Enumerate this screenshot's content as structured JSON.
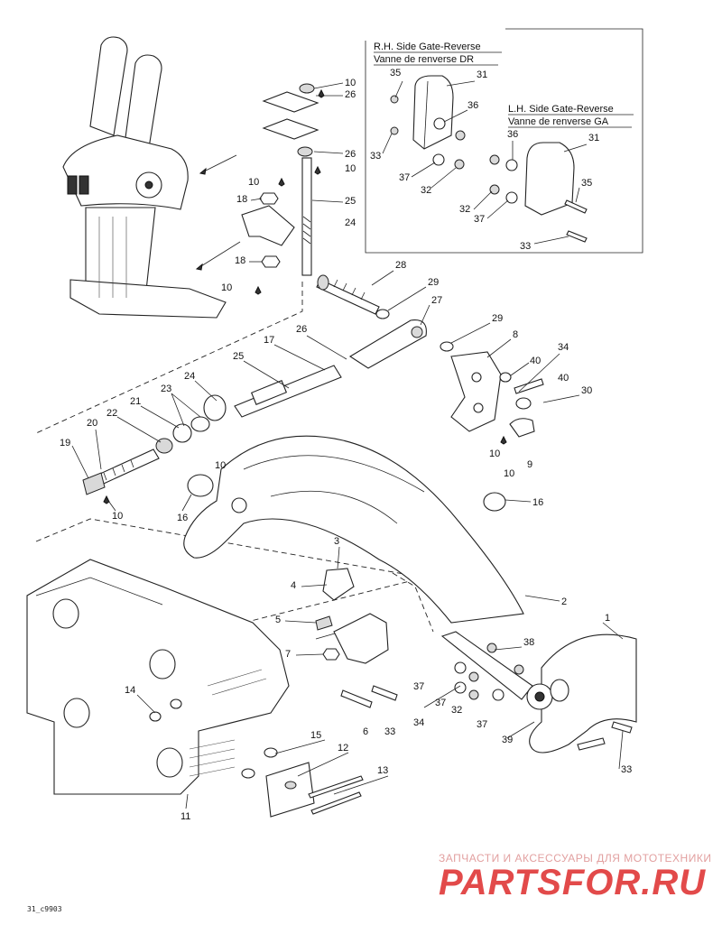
{
  "inset": {
    "rh_title_en": "R.H. Side Gate-Reverse",
    "rh_title_fr": "Vanne de renverse DR",
    "lh_title_en": "L.H. Side Gate-Reverse",
    "lh_title_fr": "Vanne de renverse GA"
  },
  "callouts": {
    "c1": "1",
    "c2": "2",
    "c3": "3",
    "c4": "4",
    "c5": "5",
    "c6": "6",
    "c7": "7",
    "c8": "8",
    "c9": "9",
    "c10a": "10",
    "c10b": "10",
    "c10c": "10",
    "c10d": "10",
    "c10e": "10",
    "c10f": "10",
    "c10g": "10",
    "c10h": "10",
    "c11": "11",
    "c12": "12",
    "c13": "13",
    "c14": "14",
    "c15": "15",
    "c16a": "16",
    "c16b": "16",
    "c17": "17",
    "c18a": "18",
    "c18b": "18",
    "c19": "19",
    "c20": "20",
    "c21": "21",
    "c22": "22",
    "c23": "23",
    "c24a": "24",
    "c24b": "24",
    "c25a": "25",
    "c25b": "25",
    "c26a": "26",
    "c26b": "26",
    "c26c": "26",
    "c27": "27",
    "c28": "28",
    "c29a": "29",
    "c29b": "29",
    "c30": "30",
    "c31a": "31",
    "c31b": "31",
    "c32a": "32",
    "c32b": "32",
    "c32c": "32",
    "c33a": "33",
    "c33b": "33",
    "c33c": "33",
    "c33d": "33",
    "c34a": "34",
    "c34b": "34",
    "c35a": "35",
    "c35b": "35",
    "c36a": "36",
    "c36b": "36",
    "c37a": "37",
    "c37b": "37",
    "c37c": "37",
    "c37d": "37",
    "c37e": "37",
    "c38": "38",
    "c39": "39",
    "c40a": "40",
    "c40b": "40"
  },
  "watermark": {
    "tagline": "ЗАПЧАСТИ И АКСЕССУАРЫ ДЛЯ МОТОТЕХНИКИ",
    "logo": "PARTSFOR.RU"
  },
  "ref_code": "31_c9903",
  "colors": {
    "ink": "#222222",
    "watermark_red": "#e24a4a",
    "watermark_light": "#e2a0a0"
  }
}
